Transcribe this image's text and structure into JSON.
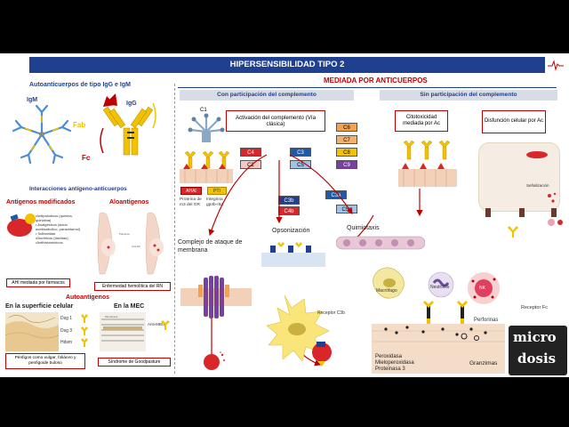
{
  "title": "HIPERSENSIBILIDAD TIPO 2",
  "left": {
    "autoanticuerpos_title": "Autoanticuerpos de tipo IgG e IgM",
    "igm": "IgM",
    "igg": "IgG",
    "fab": "Fab",
    "fc": "Fc",
    "interacciones_title": "Interacciones antígeno-anticuerpos",
    "antigenos_modificados": "Antígenos modificados",
    "aloantigenos": "Aloantígenos",
    "farmacos": [
      "•Antipalúdicos (quinina, quinidina)",
      "• Analgésicos (ácido acetilsalicílico, paracetamol)",
      "• Sulfamidas",
      "•Diuréticos (tiazidas)",
      "•Antihistamínicos"
    ],
    "ahi_label": "AHI mediada por fármacos",
    "enfermedad_label": "Enfermedad hemolítica del RN",
    "autoantigenos_title": "Autoantígenos",
    "superficie_celular": "En la superficie celular",
    "mec": "En la MEC",
    "dsg1": "Dsg 1",
    "dsg3": "Dsg 3",
    "hdsm": "Hdsm",
    "anti_mbg": "Anti-MBG",
    "penfigos_label": "Pénfigos como vulgar, foliáceo y penfigoide buloso",
    "goodpasture_label": "Síndrome de Goodpasture"
  },
  "right": {
    "mediada_title": "MEDIADA POR ANTICUERPOS",
    "con_complemento": "Con participación del complemento",
    "sin_complemento": "Sin participación del complemento",
    "c1": "C1",
    "activacion": "Activación del complemento (Vía clásica)",
    "complement_right": [
      "C6",
      "C7",
      "C8",
      "C9"
    ],
    "complement_left": [
      "C4",
      "C2"
    ],
    "complement_mid": [
      "C3",
      "C5"
    ],
    "c3b": "C3b",
    "c4b": "C4b",
    "c3a": "C3a",
    "c5a": "C5a",
    "ahai": "AHAI",
    "pti": "PTI",
    "proteina_gr": "Proteína de m3 del GR",
    "integrina": "Integrina gpIIb-IIIa",
    "complejo_ataque": "Complejo de ataque de membrana",
    "opsonizacion": "Opsonización",
    "quimiotaxis": "Quimiotaxis",
    "receptor_c3b": "Receptor C3b",
    "citotoxicidad": "Citotoxicidad mediada por Ac",
    "disfuncion": "Disfunción celular por Ac",
    "senalizacion": "Señalización",
    "macrofago": "Macrófago",
    "neutrofilo": "Neutrófilo",
    "nk": "NK",
    "receptor_fc": "Receptor Fc",
    "perforinas": "Perforinas",
    "granzimas": "Granzimas",
    "enzimas": [
      "Peroxidasa",
      "Mieloperoxidasa",
      "Proteinasa 3"
    ],
    "logo_line1": "micro",
    "logo_line2": "dosis"
  },
  "colors": {
    "title_bar": "#1f3f8f",
    "accent_red": "#c00000",
    "section_header_bg": "#d8dce6",
    "igg_yellow": "#f2c200",
    "c4": "#d9262a",
    "c3": "#1f5aa8",
    "c6": "#f5a04a",
    "c9": "#7a3fa0"
  }
}
